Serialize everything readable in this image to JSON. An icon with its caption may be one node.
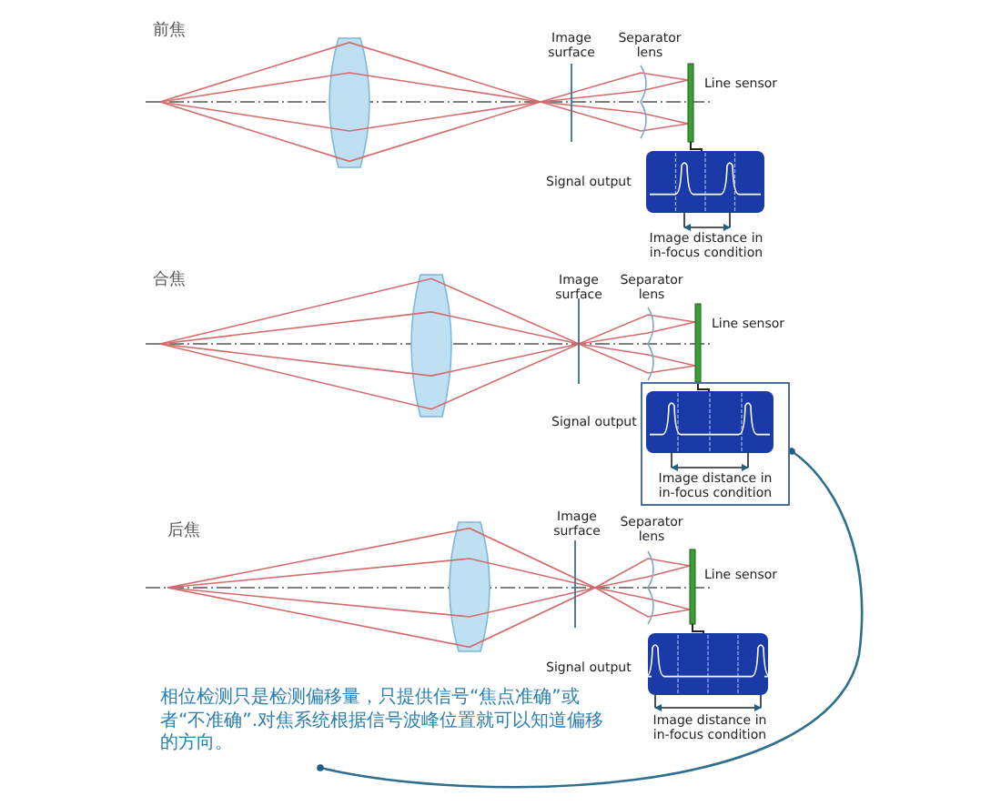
{
  "diagram": {
    "nodes": [
      {
        "text": [
          "相位检测只是检测偏移量，只提供信号“焦点准确”或者“不准确”.对焦系统根据信号波峰位置就可以知道偏移的方向。"
        ]
      },
      {
        "text": [
          "Image distance in in-focus condition"
        ]
      }
    ],
    "edges": [
      {
        "from": 0,
        "to": 1,
        "arrow": "other"
      }
    ],
    "labels": [
      "前焦",
      "Image surface",
      "Separator lens",
      "Line sensor",
      "Signal output",
      "Image distance in in-focus condition",
      "合焦",
      "Image surface",
      "Separator lens",
      "Line sensor",
      "Signal output",
      "后焦",
      "Image surface",
      "Separator lens",
      "Line sensor",
      "Signal output",
      "Image distance in in-focus condition"
    ]
  }
}
